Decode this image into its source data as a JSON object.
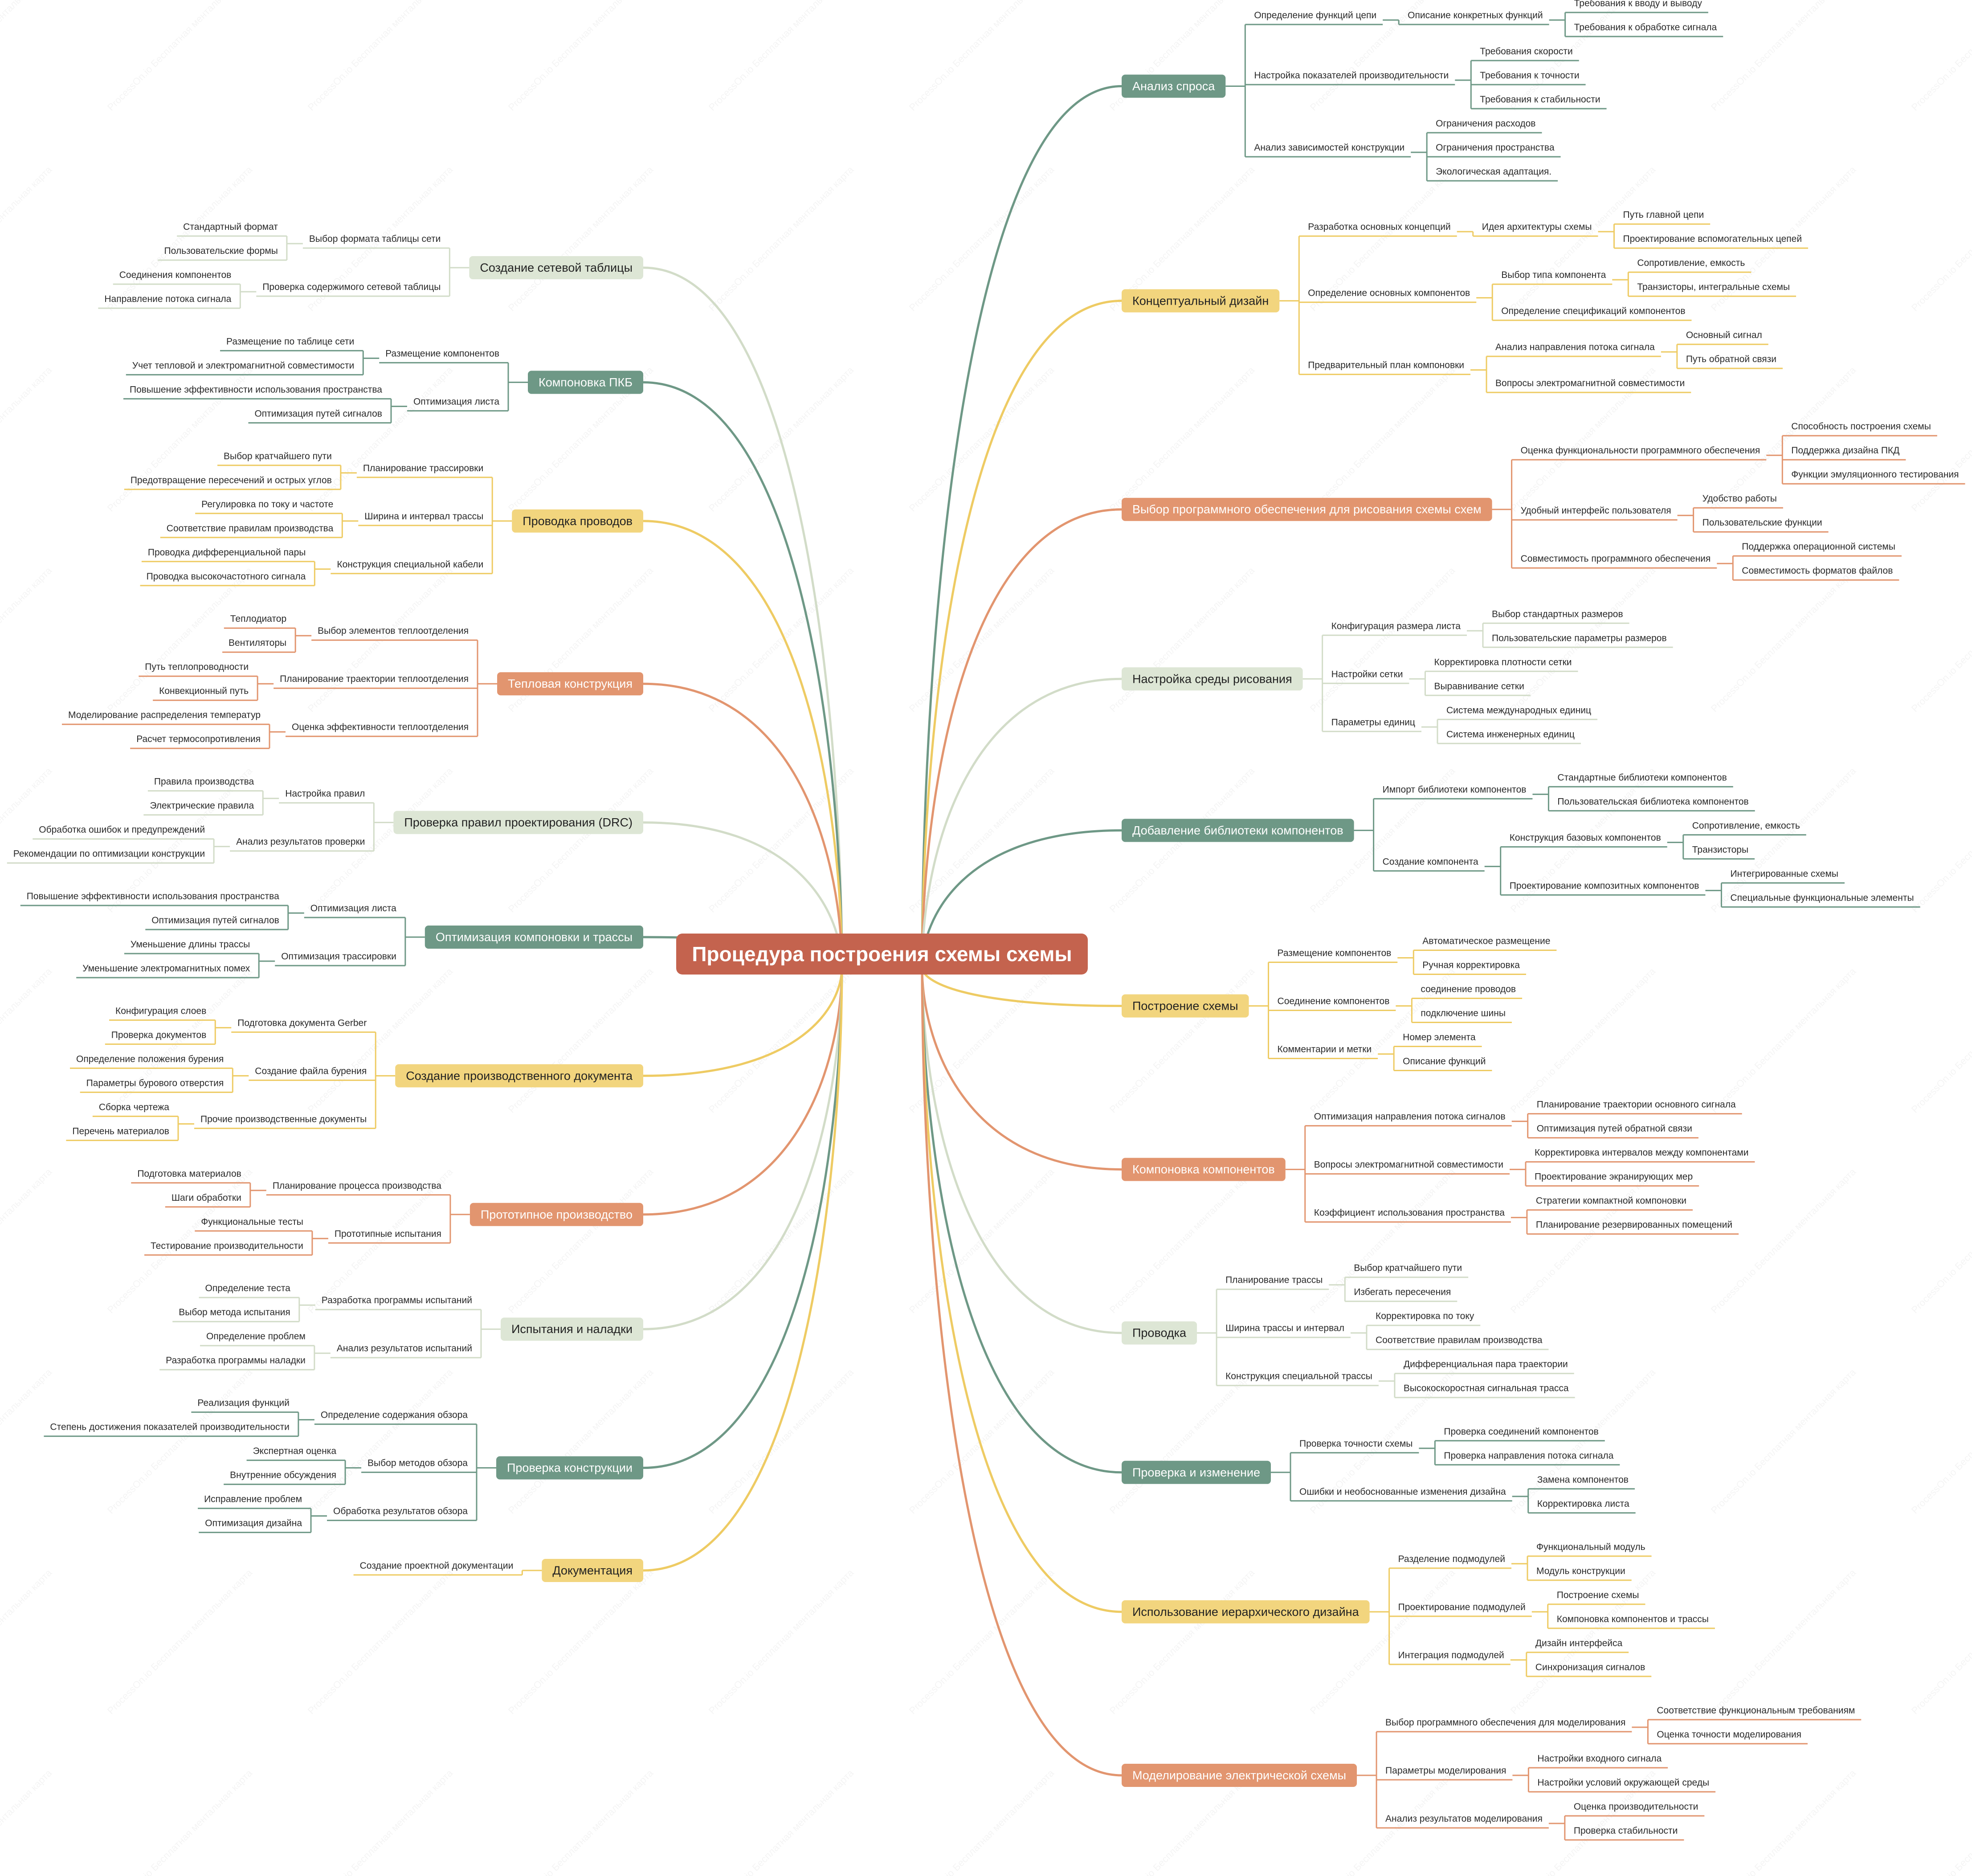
{
  "title": "Процедура построения схемы схемы",
  "watermark": "ProcessOn.io Бесплатная ментальная карта",
  "colors": {
    "root": "#C4634E",
    "green": "#6E9886",
    "yellow": "#F2D57E",
    "orange": "#E2956F",
    "lightgreen": "#DDE6D5"
  },
  "right_branches": [
    {
      "label": "Анализ спроса",
      "color": "green",
      "children": [
        {
          "label": "Определение функций цепи",
          "children": [
            {
              "label": "Описание конкретных функций",
              "children": [
                {
                  "label": "Требования к вводу и выводу"
                },
                {
                  "label": "Требования к обработке сигнала"
                }
              ]
            }
          ]
        },
        {
          "label": "Настройка показателей производительности",
          "children": [
            {
              "label": "Требования скорости"
            },
            {
              "label": "Требования к точности"
            },
            {
              "label": "Требования к стабильности"
            }
          ]
        },
        {
          "label": "Анализ зависимостей конструкции",
          "children": [
            {
              "label": "Ограничения расходов"
            },
            {
              "label": "Ограничения пространства"
            },
            {
              "label": "Экологическая адаптация."
            }
          ]
        }
      ]
    },
    {
      "label": "Концептуальный дизайн",
      "color": "yellow",
      "children": [
        {
          "label": "Разработка основных концепций",
          "children": [
            {
              "label": "Идея архитектуры схемы",
              "children": [
                {
                  "label": "Путь главной цепи"
                },
                {
                  "label": "Проектирование вспомогательных цепей"
                }
              ]
            }
          ]
        },
        {
          "label": "Определение основных компонентов",
          "children": [
            {
              "label": "Выбор типа компонента",
              "children": [
                {
                  "label": "Сопротивление, емкость"
                },
                {
                  "label": "Транзисторы, интегральные схемы"
                }
              ]
            },
            {
              "label": "Определение спецификаций компонентов"
            }
          ]
        },
        {
          "label": "Предварительный план компоновки",
          "children": [
            {
              "label": "Анализ направления потока сигнала",
              "children": [
                {
                  "label": "Основный сигнал"
                },
                {
                  "label": "Путь обратной связи"
                }
              ]
            },
            {
              "label": "Вопросы электромагнитной совместимости"
            }
          ]
        }
      ]
    },
    {
      "label": "Выбор программного обеспечения для рисования схемы схем",
      "color": "orange",
      "children": [
        {
          "label": "Оценка функциональности программного обеспечения",
          "children": [
            {
              "label": "Способность построения схемы"
            },
            {
              "label": "Поддержка дизайна ПКД"
            },
            {
              "label": "Функции эмуляционного тестирования"
            }
          ]
        },
        {
          "label": "Удобный интерфейс пользователя",
          "children": [
            {
              "label": "Удобство работы"
            },
            {
              "label": "Пользовательские функции"
            }
          ]
        },
        {
          "label": "Совместимость программного обеспечения",
          "children": [
            {
              "label": "Поддержка операционной системы"
            },
            {
              "label": "Совместимость форматов файлов"
            }
          ]
        }
      ]
    },
    {
      "label": "Настройка среды рисования",
      "color": "lightgreen",
      "children": [
        {
          "label": "Конфигурация размера листа",
          "children": [
            {
              "label": "Выбор стандартных размеров"
            },
            {
              "label": "Пользовательские параметры размеров"
            }
          ]
        },
        {
          "label": "Настройки сетки",
          "children": [
            {
              "label": "Корректировка плотности сетки"
            },
            {
              "label": "Выравнивание сетки"
            }
          ]
        },
        {
          "label": "Параметры единиц",
          "children": [
            {
              "label": "Система международных единиц"
            },
            {
              "label": "Система инженерных единиц"
            }
          ]
        }
      ]
    },
    {
      "label": "Добавление библиотеки компонентов",
      "color": "green",
      "children": [
        {
          "label": "Импорт библиотеки компонентов",
          "children": [
            {
              "label": "Стандартные библиотеки компонентов"
            },
            {
              "label": "Пользовательская библиотека компонентов"
            }
          ]
        },
        {
          "label": "Создание компонента",
          "children": [
            {
              "label": "Конструкция базовых компонентов",
              "children": [
                {
                  "label": "Сопротивление, емкость"
                },
                {
                  "label": "Транзисторы"
                }
              ]
            },
            {
              "label": "Проектирование композитных компонентов",
              "children": [
                {
                  "label": "Интегрированные схемы"
                },
                {
                  "label": "Специальные функциональные элементы"
                }
              ]
            }
          ]
        }
      ]
    },
    {
      "label": "Построение схемы",
      "color": "yellow",
      "children": [
        {
          "label": "Размещение компонентов",
          "children": [
            {
              "label": "Автоматическое размещение"
            },
            {
              "label": "Ручная корректировка"
            }
          ]
        },
        {
          "label": "Соединение компонентов",
          "children": [
            {
              "label": "соединение проводов"
            },
            {
              "label": "подключение шины"
            }
          ]
        },
        {
          "label": "Комментарии и метки",
          "children": [
            {
              "label": "Номер элемента"
            },
            {
              "label": "Описание функций"
            }
          ]
        }
      ]
    },
    {
      "label": "Компоновка компонентов",
      "color": "orange",
      "children": [
        {
          "label": "Оптимизация направления потока сигналов",
          "children": [
            {
              "label": "Планирование траектории основного сигнала"
            },
            {
              "label": "Оптимизация путей обратной связи"
            }
          ]
        },
        {
          "label": "Вопросы электромагнитной совместимости",
          "children": [
            {
              "label": "Корректировка интервалов между компонентами"
            },
            {
              "label": "Проектирование экранирующих мер"
            }
          ]
        },
        {
          "label": "Коэффициент использования пространства",
          "children": [
            {
              "label": "Стратегии компактной компоновки"
            },
            {
              "label": "Планирование резервированных помещений"
            }
          ]
        }
      ]
    },
    {
      "label": "Проводка",
      "color": "lightgreen",
      "children": [
        {
          "label": "Планирование трассы",
          "children": [
            {
              "label": "Выбор кратчайшего пути"
            },
            {
              "label": "Избегать пересечения"
            }
          ]
        },
        {
          "label": "Ширина трассы и интервал",
          "children": [
            {
              "label": "Корректировка по току"
            },
            {
              "label": "Соответствие правилам производства"
            }
          ]
        },
        {
          "label": "Конструкция специальной трассы",
          "children": [
            {
              "label": "Дифференциальная пара траектории"
            },
            {
              "label": "Высокоскоростная сигнальная трасса"
            }
          ]
        }
      ]
    },
    {
      "label": "Проверка и изменение",
      "color": "green",
      "children": [
        {
          "label": "Проверка точности схемы",
          "children": [
            {
              "label": "Проверка соединений компонентов"
            },
            {
              "label": "Проверка направления потока сигнала"
            }
          ]
        },
        {
          "label": "Ошибки и необоснованные изменения дизайна",
          "children": [
            {
              "label": "Замена компонентов"
            },
            {
              "label": "Корректировка листа"
            }
          ]
        }
      ]
    },
    {
      "label": "Использование иерархического дизайна",
      "color": "yellow",
      "children": [
        {
          "label": "Разделение подмодулей",
          "children": [
            {
              "label": "Функциональный модуль"
            },
            {
              "label": "Модуль конструкции"
            }
          ]
        },
        {
          "label": "Проектирование подмодулей",
          "children": [
            {
              "label": "Построение схемы"
            },
            {
              "label": "Компоновка компонентов и трассы"
            }
          ]
        },
        {
          "label": "Интеграция подмодулей",
          "children": [
            {
              "label": "Дизайн интерфейса"
            },
            {
              "label": "Синхронизация сигналов"
            }
          ]
        }
      ]
    },
    {
      "label": "Моделирование электрической схемы",
      "color": "orange",
      "children": [
        {
          "label": "Выбор программного обеспечения для моделирования",
          "children": [
            {
              "label": "Соответствие функциональным требованиям"
            },
            {
              "label": "Оценка точности моделирования"
            }
          ]
        },
        {
          "label": "Параметры моделирования",
          "children": [
            {
              "label": "Настройки входного сигнала"
            },
            {
              "label": "Настройки условий окружающей среды"
            }
          ]
        },
        {
          "label": "Анализ результатов моделирования",
          "children": [
            {
              "label": "Оценка производительности"
            },
            {
              "label": "Проверка стабильности"
            }
          ]
        }
      ]
    }
  ],
  "left_branches": [
    {
      "label": "Создание сетевой таблицы",
      "color": "lightgreen",
      "children": [
        {
          "label": "Выбор формата таблицы сети",
          "children": [
            {
              "label": "Стандартный формат"
            },
            {
              "label": "Пользовательские формы"
            }
          ]
        },
        {
          "label": "Проверка содержимого сетевой таблицы",
          "children": [
            {
              "label": "Соединения компонентов"
            },
            {
              "label": "Направление потока сигнала"
            }
          ]
        }
      ]
    },
    {
      "label": "Компоновка ПКБ",
      "color": "green",
      "children": [
        {
          "label": "Размещение компонентов",
          "children": [
            {
              "label": "Размещение по таблице сети"
            },
            {
              "label": "Учет тепловой и электромагнитной совместимости"
            }
          ]
        },
        {
          "label": "Оптимизация листа",
          "children": [
            {
              "label": "Повышение эффективности использования пространства"
            },
            {
              "label": "Оптимизация путей сигналов"
            }
          ]
        }
      ]
    },
    {
      "label": "Проводка проводов",
      "color": "yellow",
      "children": [
        {
          "label": "Планирование трассировки",
          "children": [
            {
              "label": "Выбор кратчайшего пути"
            },
            {
              "label": "Предотвращение пересечений и острых углов"
            }
          ]
        },
        {
          "label": "Ширина и интервал трассы",
          "children": [
            {
              "label": "Регулировка по току и частоте"
            },
            {
              "label": "Соответствие правилам производства"
            }
          ]
        },
        {
          "label": "Конструкция специальной кабели",
          "children": [
            {
              "label": "Проводка дифференциальной пары"
            },
            {
              "label": "Проводка высокочастотного сигнала"
            }
          ]
        }
      ]
    },
    {
      "label": "Тепловая конструкция",
      "color": "orange",
      "children": [
        {
          "label": "Выбор элементов теплоотделения",
          "children": [
            {
              "label": "Теплодиатор"
            },
            {
              "label": "Вентиляторы"
            }
          ]
        },
        {
          "label": "Планирование траектории теплоотделения",
          "children": [
            {
              "label": "Путь теплопроводности"
            },
            {
              "label": "Конвекционный путь"
            }
          ]
        },
        {
          "label": "Оценка эффективности теплоотделения",
          "children": [
            {
              "label": "Моделирование распределения температур"
            },
            {
              "label": "Расчет термосопротивления"
            }
          ]
        }
      ]
    },
    {
      "label": "Проверка правил проектирования (DRC)",
      "color": "lightgreen",
      "children": [
        {
          "label": "Настройка правил",
          "children": [
            {
              "label": "Правила производства"
            },
            {
              "label": "Электрические правила"
            }
          ]
        },
        {
          "label": "Анализ результатов проверки",
          "children": [
            {
              "label": "Обработка ошибок и предупреждений"
            },
            {
              "label": "Рекомендации по оптимизации конструкции"
            }
          ]
        }
      ]
    },
    {
      "label": "Оптимизация компоновки и трассы",
      "color": "green",
      "children": [
        {
          "label": "Оптимизация листа",
          "children": [
            {
              "label": "Повышение эффективности использования пространства"
            },
            {
              "label": "Оптимизация путей сигналов"
            }
          ]
        },
        {
          "label": "Оптимизация трассировки",
          "children": [
            {
              "label": "Уменьшение длины трассы"
            },
            {
              "label": "Уменьшение электромагнитных помех"
            }
          ]
        }
      ]
    },
    {
      "label": "Создание производственного документа",
      "color": "yellow",
      "children": [
        {
          "label": "Подготовка документа Gerber",
          "children": [
            {
              "label": "Конфигурация слоев"
            },
            {
              "label": "Проверка документов"
            }
          ]
        },
        {
          "label": "Создание файла бурения",
          "children": [
            {
              "label": "Определение положения бурения"
            },
            {
              "label": "Параметры бурового отверстия"
            }
          ]
        },
        {
          "label": "Прочие производственные документы",
          "children": [
            {
              "label": "Сборка чертежа"
            },
            {
              "label": "Перечень материалов"
            }
          ]
        }
      ]
    },
    {
      "label": "Прототипное производство",
      "color": "orange",
      "children": [
        {
          "label": "Планирование процесса производства",
          "children": [
            {
              "label": "Подготовка материалов"
            },
            {
              "label": "Шаги обработки"
            }
          ]
        },
        {
          "label": "Прототипные испытания",
          "children": [
            {
              "label": "Функциональные тесты"
            },
            {
              "label": "Тестирование производительности"
            }
          ]
        }
      ]
    },
    {
      "label": "Испытания и наладки",
      "color": "lightgreen",
      "children": [
        {
          "label": "Разработка программы испытаний",
          "children": [
            {
              "label": "Определение теста"
            },
            {
              "label": "Выбор метода испытания"
            }
          ]
        },
        {
          "label": "Анализ результатов испытаний",
          "children": [
            {
              "label": "Определение проблем"
            },
            {
              "label": "Разработка программы наладки"
            }
          ]
        }
      ]
    },
    {
      "label": "Проверка конструкции",
      "color": "green",
      "children": [
        {
          "label": "Определение содержания обзора",
          "children": [
            {
              "label": "Реализация функций"
            },
            {
              "label": "Степень достижения показателей производительности"
            }
          ]
        },
        {
          "label": "Выбор методов обзора",
          "children": [
            {
              "label": "Экспертная оценка"
            },
            {
              "label": "Внутренние обсуждения"
            }
          ]
        },
        {
          "label": "Обработка результатов обзора",
          "children": [
            {
              "label": "Исправление проблем"
            },
            {
              "label": "Оптимизация дизайна"
            }
          ]
        }
      ]
    },
    {
      "label": "Документация",
      "color": "yellow",
      "children": [
        {
          "label": "Создание проектной документации"
        }
      ]
    }
  ]
}
